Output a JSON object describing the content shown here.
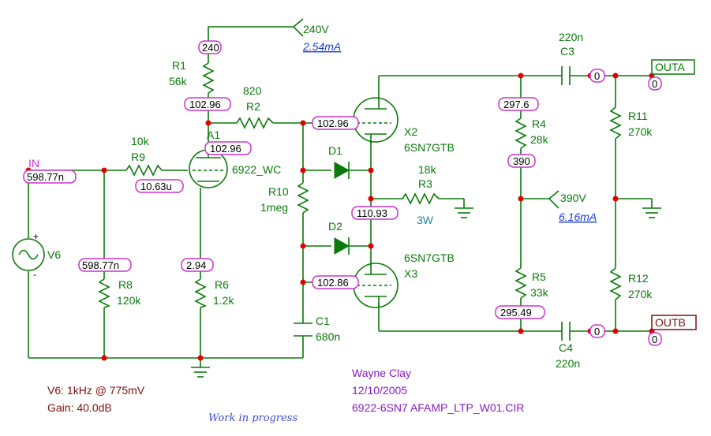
{
  "supply": {
    "voltage": "240V",
    "current": "2.54mA"
  },
  "supply2": {
    "voltage": "390V",
    "current": "6.16mA"
  },
  "components": {
    "r1": {
      "name": "R1",
      "value": "56k"
    },
    "r2": {
      "name": "R2",
      "value": "820"
    },
    "r3": {
      "name": "R3",
      "value": "18k",
      "power": "3W"
    },
    "r4": {
      "name": "R4",
      "value": "28k"
    },
    "r5": {
      "name": "R5",
      "value": "33k"
    },
    "r6": {
      "name": "R6",
      "value": "1.2k"
    },
    "r8": {
      "name": "R8",
      "value": "120k"
    },
    "r9": {
      "name": "R9",
      "value": "10k"
    },
    "r10": {
      "name": "R10",
      "value": "1meg"
    },
    "r11": {
      "name": "R11",
      "value": "270k"
    },
    "r12": {
      "name": "R12",
      "value": "270k"
    },
    "c1": {
      "name": "C1",
      "value": "680n"
    },
    "c3": {
      "name": "C3",
      "value": "220n"
    },
    "c4": {
      "name": "C4",
      "value": "220n"
    },
    "d1": {
      "name": "D1"
    },
    "d2": {
      "name": "D2"
    },
    "a1": {
      "name": "A1",
      "model": "6922_WC"
    },
    "x2": {
      "name": "X2",
      "model": "6SN7GTB"
    },
    "x3": {
      "name": "X3",
      "model": "6SN7GTB"
    },
    "v6": {
      "name": "V6"
    }
  },
  "ports": {
    "in": "IN",
    "outa": "OUTA",
    "outb": "OUTB"
  },
  "nodes": {
    "n240": "240",
    "n102_96a": "102.96",
    "n102_96b": "102.96",
    "n102_96c": "102.96",
    "n598a": "598.77n",
    "n598b": "598.77n",
    "n10_63u": "10.63u",
    "n2_94": "2.94",
    "n110_93": "110.93",
    "n102_86": "102.86",
    "n297_6": "297.6",
    "n390": "390",
    "n295_49": "295.49",
    "c3_right": "0",
    "c4_right": "0",
    "outa_v": "0",
    "outb_v": "0"
  },
  "notes": {
    "author": "Wayne Clay",
    "date": "12/10/2005",
    "file": "6922-6SN7 AFAMP_LTP_W01.CIR",
    "source": "V6: 1kHz @ 775mV",
    "gain": "Gain: 40.0dB",
    "signature": "Work in progress"
  },
  "colors": {
    "wire": "#0a7a0a",
    "node": "#e00000",
    "node_label_border": "#cc33cc",
    "measure": "#1a3ad8",
    "author": "#8a1ac0",
    "source_note": "#7a1010"
  }
}
